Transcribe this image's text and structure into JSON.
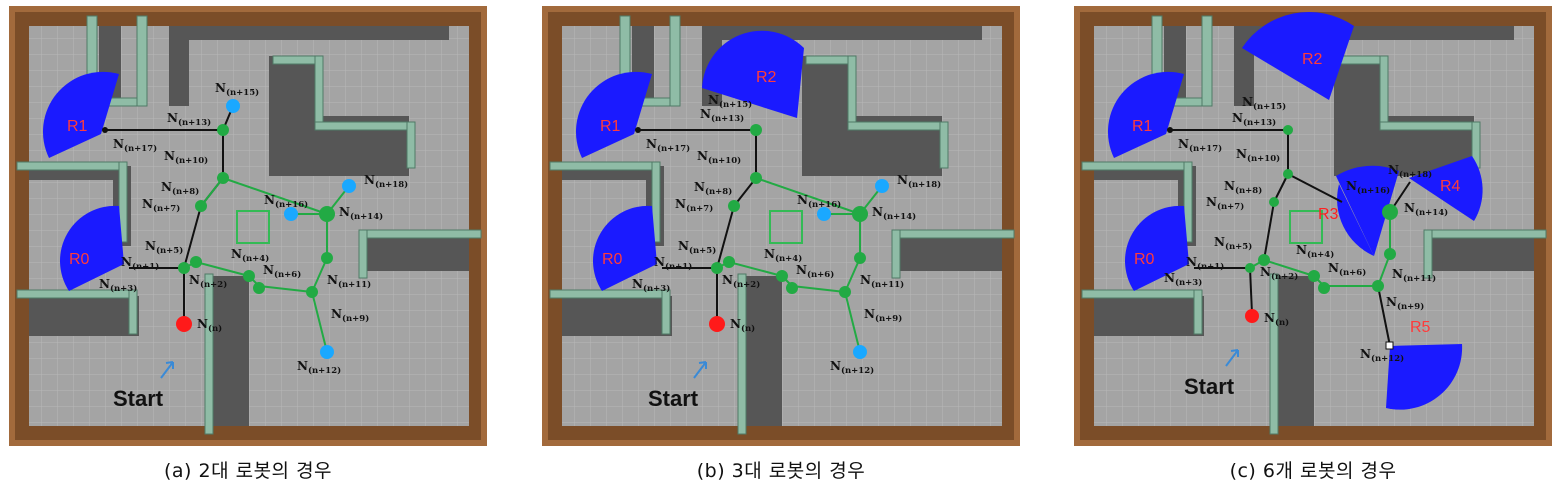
{
  "panels": [
    {
      "caption": "(a) 2대 로봇의 경우",
      "robots": [
        {
          "label": "R1",
          "label_color": "#ff3b3b"
        },
        {
          "label": "R0",
          "label_color": "#ff3b3b"
        }
      ],
      "start_label": "Start",
      "nodes": [
        {
          "main": "N",
          "sub": "(n+15)"
        },
        {
          "main": "N",
          "sub": "(n+13)"
        },
        {
          "main": "N",
          "sub": "(n+17)"
        },
        {
          "main": "N",
          "sub": "(n+10)"
        },
        {
          "main": "N",
          "sub": "(n+18)"
        },
        {
          "main": "N",
          "sub": "(n+8)"
        },
        {
          "main": "N",
          "sub": "(n+7)"
        },
        {
          "main": "N",
          "sub": "(n+16)"
        },
        {
          "main": "N",
          "sub": "(n+14)"
        },
        {
          "main": "N",
          "sub": "(n+5)"
        },
        {
          "main": "N",
          "sub": "(n+1)"
        },
        {
          "main": "N",
          "sub": "(n+4)"
        },
        {
          "main": "N",
          "sub": "(n+6)"
        },
        {
          "main": "N",
          "sub": "(n+11)"
        },
        {
          "main": "N",
          "sub": "(n+3)"
        },
        {
          "main": "N",
          "sub": "(n+2)"
        },
        {
          "main": "N",
          "sub": "(n+9)"
        },
        {
          "main": "N",
          "sub": "(n)"
        },
        {
          "main": "N",
          "sub": "(n+12)"
        }
      ]
    },
    {
      "caption": "(b) 3대 로봇의 경우",
      "robots": [
        {
          "label": "R2",
          "label_color": "#ff3b3b"
        },
        {
          "label": "R1",
          "label_color": "#ff3b3b"
        },
        {
          "label": "R0",
          "label_color": "#ff3b3b"
        }
      ],
      "start_label": "Start",
      "nodes": [
        {
          "main": "N",
          "sub": "(n+15)"
        },
        {
          "main": "N",
          "sub": "(n+13)"
        },
        {
          "main": "N",
          "sub": "(n+17)"
        },
        {
          "main": "N",
          "sub": "(n+10)"
        },
        {
          "main": "N",
          "sub": "(n+18)"
        },
        {
          "main": "N",
          "sub": "(n+8)"
        },
        {
          "main": "N",
          "sub": "(n+7)"
        },
        {
          "main": "N",
          "sub": "(n+16)"
        },
        {
          "main": "N",
          "sub": "(n+14)"
        },
        {
          "main": "N",
          "sub": "(n+5)"
        },
        {
          "main": "N",
          "sub": "(n+1)"
        },
        {
          "main": "N",
          "sub": "(n+4)"
        },
        {
          "main": "N",
          "sub": "(n+6)"
        },
        {
          "main": "N",
          "sub": "(n+11)"
        },
        {
          "main": "N",
          "sub": "(n+3)"
        },
        {
          "main": "N",
          "sub": "(n+2)"
        },
        {
          "main": "N",
          "sub": "(n+9)"
        },
        {
          "main": "N",
          "sub": "(n)"
        },
        {
          "main": "N",
          "sub": "(n+12)"
        }
      ]
    },
    {
      "caption": "(c) 6개 로봇의 경우",
      "robots": [
        {
          "label": "R2",
          "label_color": "#ff3b3b"
        },
        {
          "label": "R1",
          "label_color": "#ff3b3b"
        },
        {
          "label": "R4",
          "label_color": "#ff3b3b"
        },
        {
          "label": "R3",
          "label_color": "#ff2020"
        },
        {
          "label": "R0",
          "label_color": "#ff3b3b"
        },
        {
          "label": "R5",
          "label_color": "#ff3b3b"
        }
      ],
      "start_label": "Start",
      "nodes": [
        {
          "main": "N",
          "sub": "(n+15)"
        },
        {
          "main": "N",
          "sub": "(n+13)"
        },
        {
          "main": "N",
          "sub": "(n+17)"
        },
        {
          "main": "N",
          "sub": "(n+10)"
        },
        {
          "main": "N",
          "sub": "(n+18)"
        },
        {
          "main": "N",
          "sub": "(n+16)"
        },
        {
          "main": "N",
          "sub": "(n+8)"
        },
        {
          "main": "N",
          "sub": "(n+7)"
        },
        {
          "main": "N",
          "sub": "(n+14)"
        },
        {
          "main": "N",
          "sub": "(n+5)"
        },
        {
          "main": "N",
          "sub": "(n+1)"
        },
        {
          "main": "N",
          "sub": "(n+4)"
        },
        {
          "main": "N",
          "sub": "(n+6)"
        },
        {
          "main": "N",
          "sub": "(n+11)"
        },
        {
          "main": "N",
          "sub": "(n+3)"
        },
        {
          "main": "N",
          "sub": "(n+2)"
        },
        {
          "main": "N",
          "sub": "(n+9)"
        },
        {
          "main": "N",
          "sub": "(n)"
        },
        {
          "main": "N",
          "sub": "(n+12)"
        }
      ]
    }
  ],
  "colors": {
    "frame": "#a0683a",
    "floor": "#9c9c9c",
    "wall_top": "#8fb8a4",
    "corridor": "#5a5a5a",
    "robot_sector": "#1a1aff",
    "node_green": "#22aa44",
    "node_blue": "#1aa8ff",
    "node_red": "#ff1a1a",
    "edge_green": "#22aa44",
    "edge_black": "#111111"
  }
}
